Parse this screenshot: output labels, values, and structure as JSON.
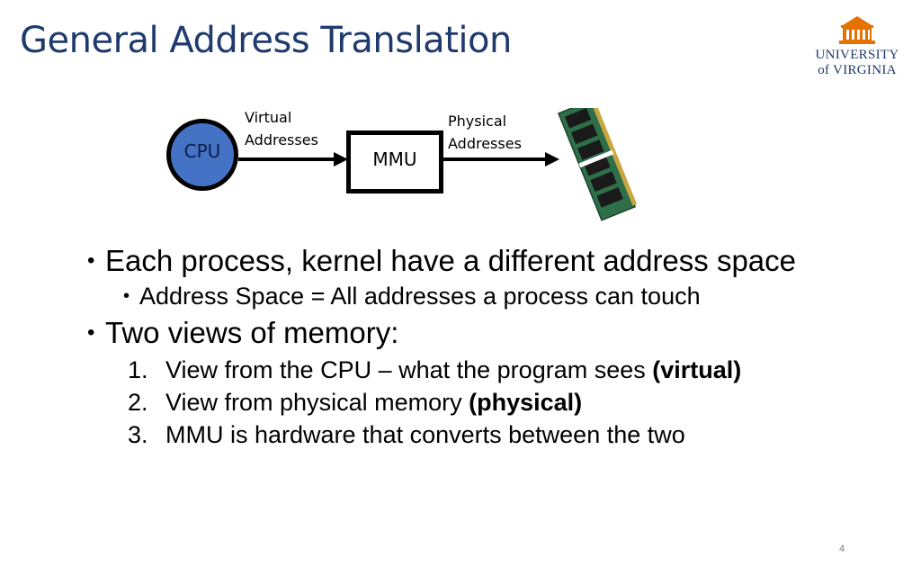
{
  "slide": {
    "title": "General Address Translation",
    "page_number": "4"
  },
  "logo": {
    "line1": "UNIVERSITY",
    "line2": "of VIRGINIA",
    "colors": {
      "navy": "#1f3a6e",
      "orange": "#e57200"
    }
  },
  "diagram": {
    "cpu_label": "CPU",
    "mmu_label": "MMU",
    "virtual_label_line1": "Virtual",
    "virtual_label_line2": "Addresses",
    "physical_label_line1": "Physical",
    "physical_label_line2": "Addresses",
    "memory_image": "ram-module-icon",
    "colors": {
      "cpu_fill": "#4472c4"
    }
  },
  "bullets": {
    "b1": "Each process, kernel have a different address space",
    "b1_sub": "Address Space = All addresses a process can touch",
    "b2": "Two views of memory:",
    "items": [
      {
        "num": "1.",
        "text": "View from the CPU – what the program sees ",
        "bold": "(virtual)"
      },
      {
        "num": "2.",
        "text": "View from physical memory ",
        "bold": "(physical)"
      },
      {
        "num": "3.",
        "text": "MMU is hardware that converts between the two",
        "bold": ""
      }
    ]
  }
}
